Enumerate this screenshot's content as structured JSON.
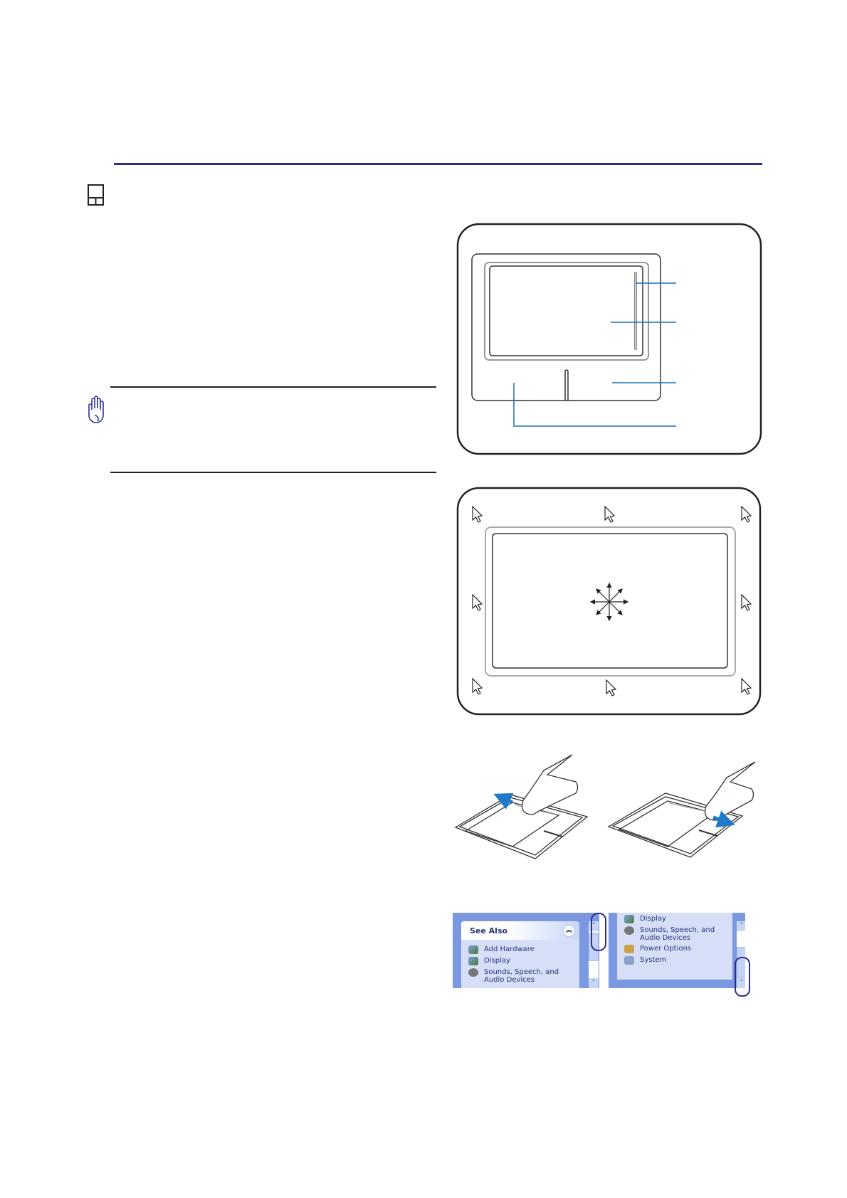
{
  "figures": {
    "scroll_panel_left": {
      "header": "See Also",
      "items": [
        "Add Hardware",
        "Display",
        "Sounds, Speech, and",
        "Audio Devices"
      ]
    },
    "scroll_panel_right": {
      "items": [
        "Display",
        "Sounds, Speech, and",
        "Audio Devices",
        "Power Options",
        "System"
      ]
    }
  },
  "colors": {
    "accent_rule": "#2b2f8f",
    "leader_lines": "#1f6fc0",
    "xp_panel": "#7b98e0",
    "arrow": "#1f78c8"
  },
  "icons": [
    "touchpad-icon",
    "stop-hand-icon",
    "cursor-arrow-icon",
    "move-star-icon"
  ]
}
